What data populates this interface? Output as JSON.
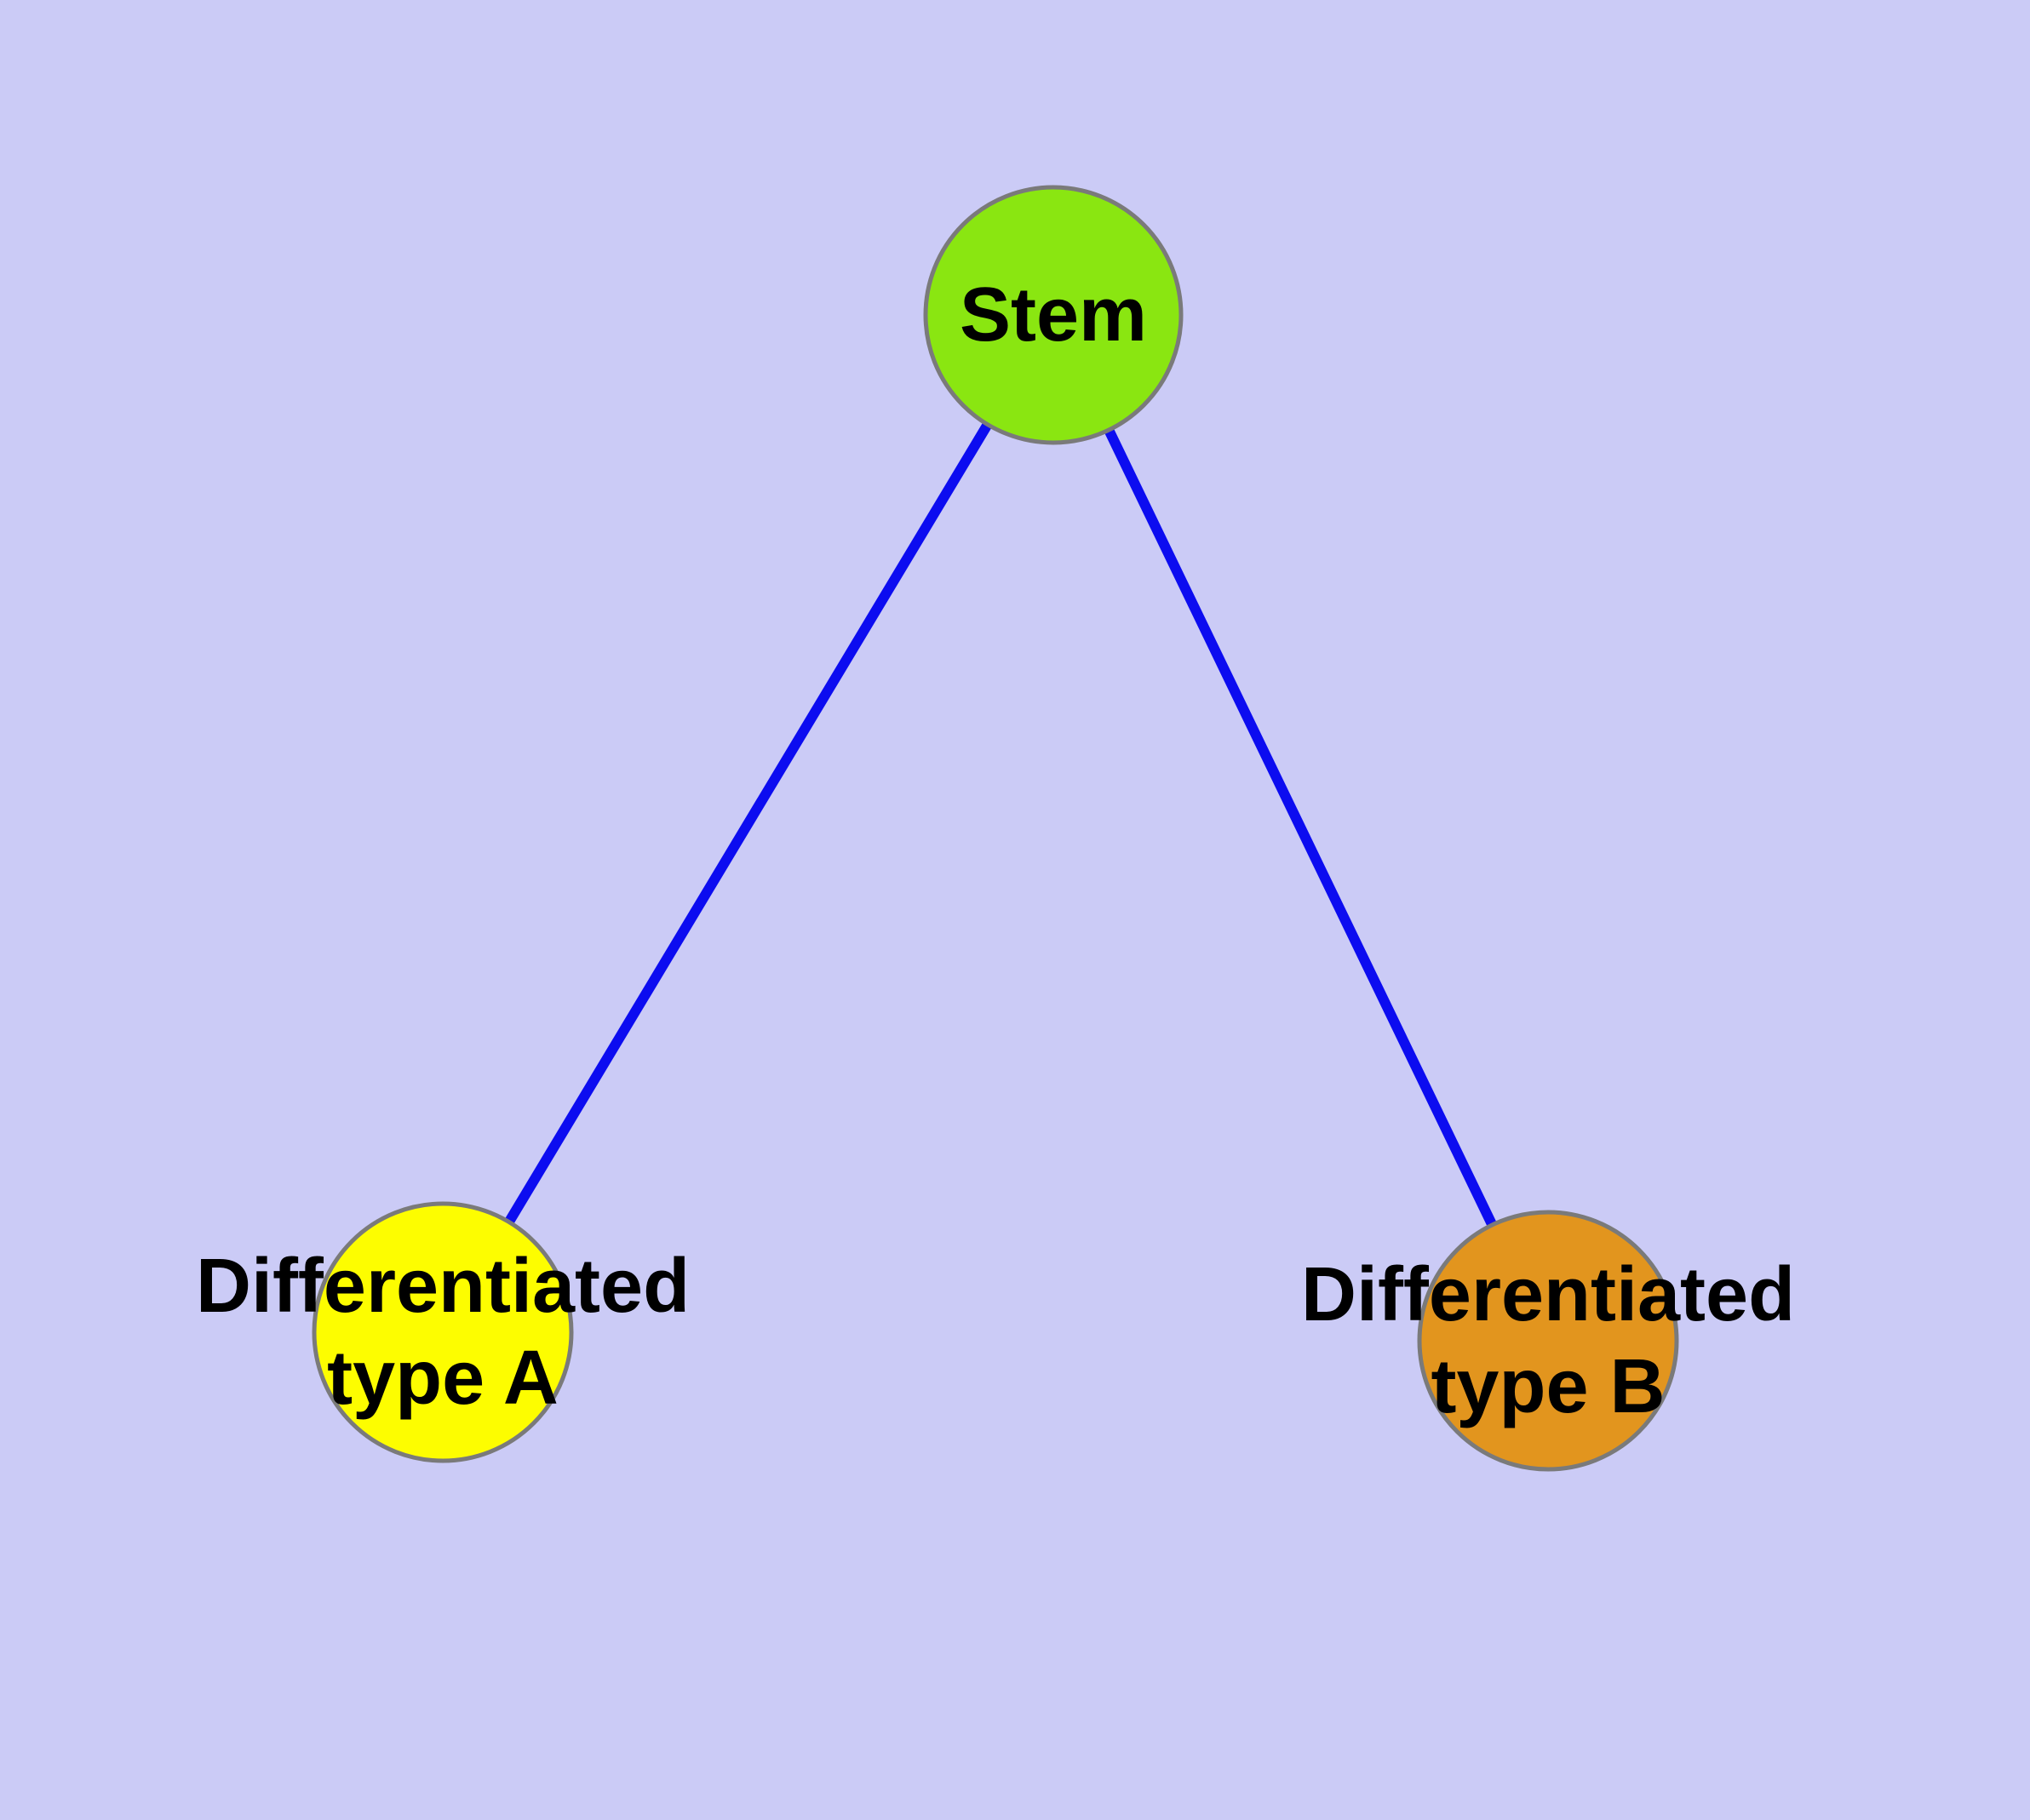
{
  "diagram": {
    "type": "graph",
    "description": "Cell differentiation graph: Stem node connected to two differentiated cell type nodes",
    "nodes": [
      {
        "id": "stem",
        "label": "Stem",
        "label_lines": [
          "Stem"
        ],
        "color": "#8AE611"
      },
      {
        "id": "type-a",
        "label": "Differentiated type A",
        "label_lines": [
          "Differentiated",
          "type A"
        ],
        "color": "#FDFD00"
      },
      {
        "id": "type-b",
        "label": "Differentiated type B",
        "label_lines": [
          "Differentiated",
          "type B"
        ],
        "color": "#E2951E"
      }
    ],
    "edges": [
      {
        "from": "Stem",
        "to": "Differentiated type A"
      },
      {
        "from": "Stem",
        "to": "Differentiated type B"
      }
    ],
    "colors": {
      "background": "#CBCBF6",
      "edge": "#0C0CF0",
      "node_border": "#7A7A7A",
      "label_text": "#000000"
    }
  }
}
